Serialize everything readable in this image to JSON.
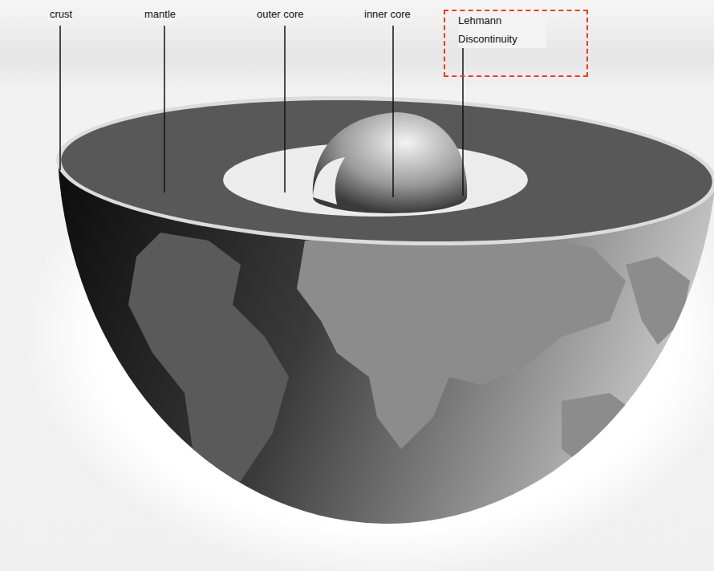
{
  "diagram": {
    "nodes": [
      {
        "text": [
          "Lehmann Discontinuity"
        ]
      }
    ],
    "labels": [
      "crust",
      "mantle",
      "outer core",
      "inner core"
    ]
  }
}
